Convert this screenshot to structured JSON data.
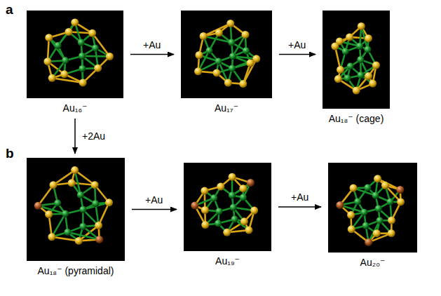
{
  "diagram": {
    "nodes": [
      {
        "text": [
          "Au₁₆⁻"
        ]
      },
      {
        "text": [
          "Au₁₇⁻"
        ]
      },
      {
        "text": [
          "Au₁₈⁻ (cage)"
        ]
      },
      {
        "text": [
          "Au₁₈⁻ (pyramidal)"
        ]
      },
      {
        "text": [
          "Au₁₉⁻"
        ]
      },
      {
        "text": [
          "Au₂₀⁻"
        ]
      }
    ],
    "edges": [
      {
        "from": 0,
        "to": 1,
        "label": "+Au",
        "arrow": "to"
      },
      {
        "from": 1,
        "to": 2,
        "label": "+Au",
        "arrow": "to"
      },
      {
        "from": 0,
        "to": 3,
        "label": "+2Au",
        "arrow": "to"
      },
      {
        "from": 3,
        "to": 4,
        "label": "+Au",
        "arrow": "to"
      },
      {
        "from": 4,
        "to": 5,
        "label": "+Au",
        "arrow": "to"
      }
    ],
    "labels": [
      "a",
      "b"
    ]
  }
}
